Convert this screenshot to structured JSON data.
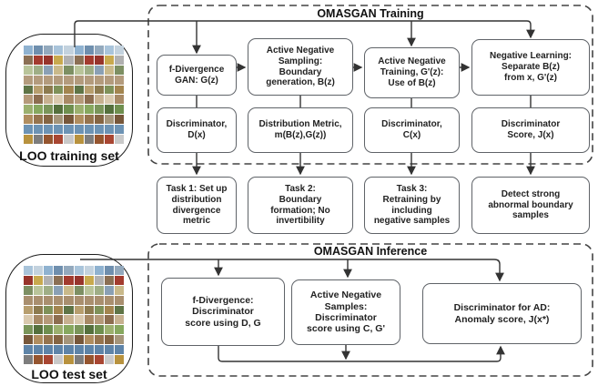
{
  "training_section": {
    "title": "OMASGAN Training",
    "pipeline_boxes": [
      {
        "lines": [
          "f-Divergence",
          "GAN: G(z)"
        ]
      },
      {
        "lines": [
          "Active Negative",
          "Sampling:",
          "Boundary",
          "generation, B(z)"
        ]
      },
      {
        "lines": [
          "Active Negative",
          "Training, G'(z):",
          "Use of B(z)"
        ]
      },
      {
        "lines": [
          "Negative Learning:",
          "Separate B(z)",
          "from x, G'(z)"
        ]
      }
    ],
    "output_boxes": [
      {
        "lines": [
          "Discriminator,",
          "D(x)"
        ]
      },
      {
        "lines": [
          "Distribution Metric,",
          "m(B(z),G(z))"
        ]
      },
      {
        "lines": [
          "Discriminator,",
          "C(x)"
        ]
      },
      {
        "lines": [
          "Discriminator",
          "Score, J(x)"
        ]
      }
    ]
  },
  "task_boxes": [
    {
      "lines": [
        "Task 1: Set up",
        "distribution",
        "divergence",
        "metric"
      ]
    },
    {
      "lines": [
        "Task 2:",
        "Boundary",
        "formation; No",
        "invertibility"
      ]
    },
    {
      "lines": [
        "Task 3:",
        "Retraining by",
        "including",
        "negative samples"
      ]
    },
    {
      "lines": [
        "Detect strong",
        "abnormal boundary",
        "samples"
      ]
    }
  ],
  "inference_section": {
    "title": "OMASGAN Inference",
    "boxes": [
      {
        "lines": [
          "f-Divergence:",
          "Discriminator",
          "score using D, G"
        ]
      },
      {
        "lines": [
          "Active Negative",
          "Samples:",
          "Discriminator",
          "score using C, G'"
        ]
      },
      {
        "lines": [
          "Discriminator for AD:",
          "Anomaly score, J(x*)"
        ]
      }
    ]
  },
  "datasets": {
    "training_label": "LOO training set",
    "test_label": "LOO test set",
    "grid": {
      "rows": 10,
      "cols": 10,
      "row_palettes": [
        [
          "#8fb2d0",
          "#a9c4da",
          "#6f8fae",
          "#c3d2de",
          "#93a9bd"
        ],
        [
          "#b0b0b0",
          "#a33b2e",
          "#c8a94e",
          "#8b6f54",
          "#97342b"
        ],
        [
          "#9fae86",
          "#b9c49a",
          "#7d8f63",
          "#c9b98a",
          "#8aa0b5"
        ],
        [
          "#a98f6f",
          "#8a7458",
          "#c2a88a",
          "#6f5e49",
          "#b39b7d"
        ],
        [
          "#7f9159",
          "#a3854f",
          "#5f7446",
          "#b79e6e",
          "#8d7b4f"
        ],
        [
          "#b59a7a",
          "#d9c9ae",
          "#8d6e50",
          "#a88a66",
          "#c7b190"
        ],
        [
          "#6f8f4f",
          "#87a85f",
          "#55703d",
          "#9cb06f",
          "#7a955a"
        ],
        [
          "#96744e",
          "#b08d5f",
          "#77573a",
          "#a5957a",
          "#856543"
        ],
        [
          "#5e84a8",
          "#7fa3c2",
          "#476a8c",
          "#9db9d0",
          "#6d93b4"
        ],
        [
          "#a84632",
          "#c9c9c9",
          "#b8923e",
          "#7d7d7d",
          "#95552f"
        ]
      ]
    }
  },
  "colors": {
    "box_border": "#5f6368",
    "arrow": "#333333",
    "dashed_border": "#444444",
    "text": "#222222",
    "background": "#ffffff"
  }
}
